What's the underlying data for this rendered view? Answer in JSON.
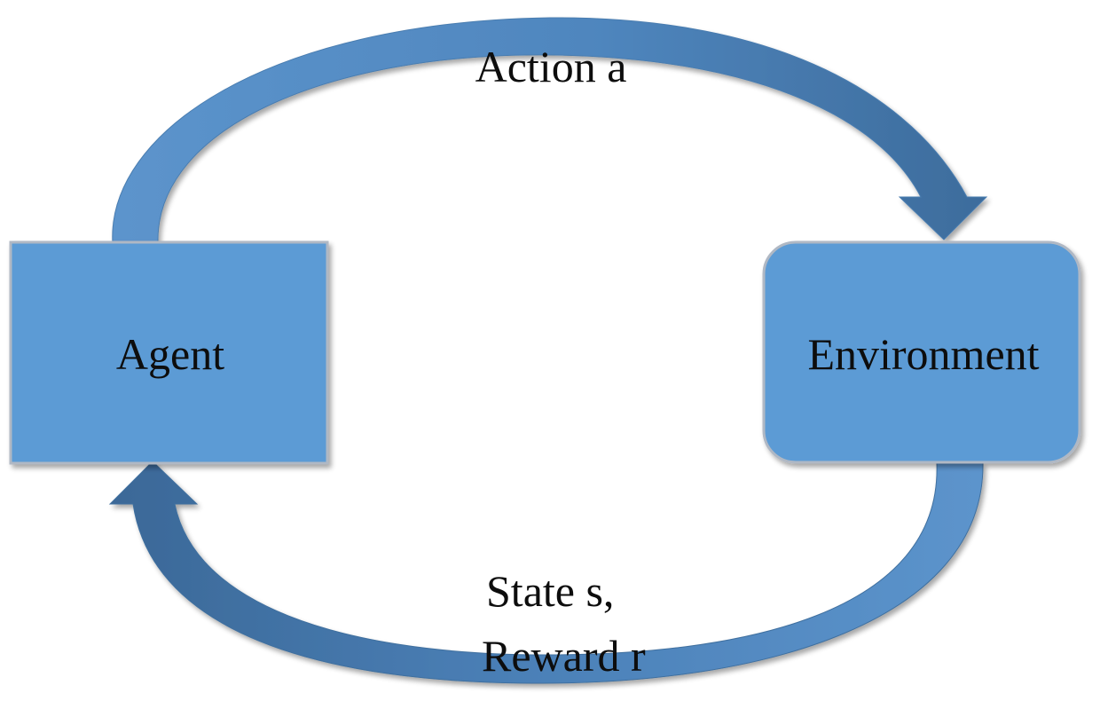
{
  "nodes": {
    "agent": {
      "label": "Agent"
    },
    "environment": {
      "label": "Environment"
    }
  },
  "edges": {
    "action": {
      "label": "Action a"
    },
    "feedback": {
      "label_line1": "State s,",
      "label_line2": "Reward r"
    }
  },
  "colors": {
    "box_fill": "#5b9bd5",
    "box_border": "#b0b8c4",
    "arrow_light": "#5b90c8",
    "arrow_dark": "#3b6897",
    "text": "#0d0d0d"
  }
}
